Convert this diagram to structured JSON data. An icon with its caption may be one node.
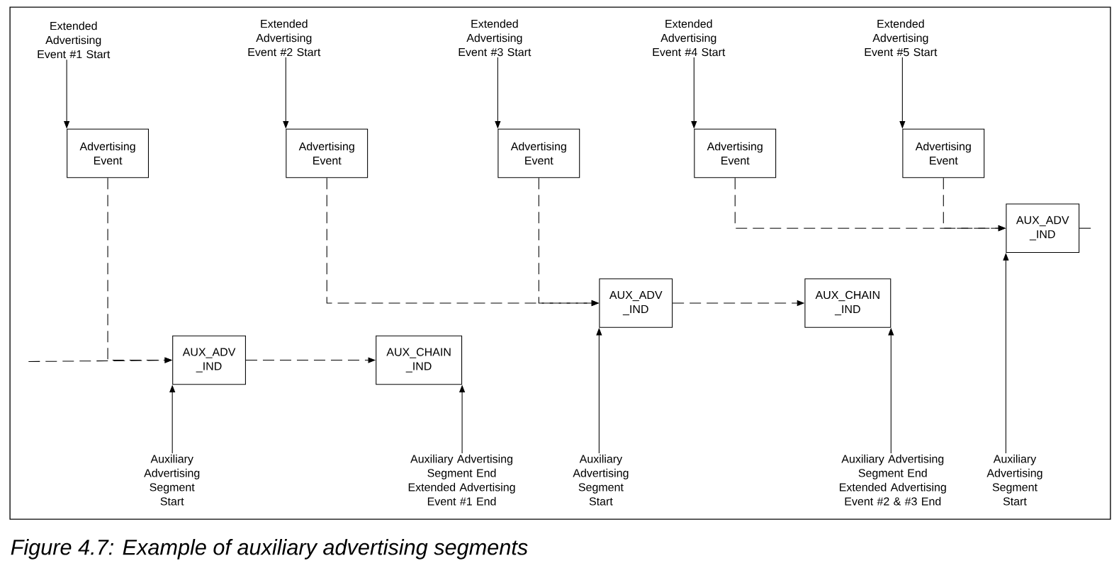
{
  "diagram": {
    "caption": "Figure 4.7:  Example of auxiliary advertising segments",
    "nodes": [
      {
        "text": [
          "Extended Advertising Event #1 Start"
        ]
      },
      {
        "text": [
          "Extended Advertising Event #2 Start"
        ]
      },
      {
        "text": [
          "Extended Advertising Event #3 Start"
        ]
      },
      {
        "text": [
          "Extended Advertising Event #4 Start"
        ]
      },
      {
        "text": [
          "Extended Advertising Event #5 Start"
        ]
      },
      {
        "text": [
          "Advertising Event"
        ]
      },
      {
        "text": [
          "Advertising Event"
        ]
      },
      {
        "text": [
          "Advertising Event"
        ]
      },
      {
        "text": [
          "Advertising Event"
        ]
      },
      {
        "text": [
          "Advertising Event"
        ]
      },
      {
        "text": [
          "AUX_ADV _IND"
        ]
      },
      {
        "text": [
          "AUX_CHAIN _IND"
        ]
      },
      {
        "text": [
          "AUX_ADV _IND"
        ]
      },
      {
        "text": [
          "AUX_CHAIN _IND"
        ]
      },
      {
        "text": [
          "AUX_ADV _IND"
        ]
      },
      {
        "text": [
          "Auxiliary Advertising Segment Start"
        ]
      },
      {
        "text": [
          "Auxiliary Advertising Segment End Extended Advertising Event #1 End"
        ]
      },
      {
        "text": [
          "Auxiliary Advertising Segment Start"
        ]
      },
      {
        "text": [
          "Auxiliary Advertising Segment End Extended Advertising Event #2 & #3 End"
        ]
      },
      {
        "text": [
          "Auxiliary Advertising Segment Start"
        ]
      }
    ],
    "edges": [
      {
        "from": 0,
        "to": 5,
        "arrow": "to"
      },
      {
        "from": 1,
        "to": 6,
        "arrow": "to"
      },
      {
        "from": 2,
        "to": 7,
        "arrow": "to"
      },
      {
        "from": 3,
        "to": 8,
        "arrow": "to"
      },
      {
        "from": 4,
        "to": 9,
        "arrow": "to"
      },
      {
        "from": 5,
        "to": 10,
        "arrow": "to",
        "style": "dashed"
      },
      {
        "from": null,
        "to": 10,
        "arrow": "to",
        "style": "dashed"
      },
      {
        "from": 10,
        "to": 11,
        "arrow": "to",
        "style": "dashed"
      },
      {
        "from": 6,
        "to": 12,
        "arrow": "to",
        "style": "dashed"
      },
      {
        "from": 7,
        "to": 12,
        "arrow": "to",
        "style": "dashed"
      },
      {
        "from": 12,
        "to": 13,
        "arrow": "to",
        "style": "dashed"
      },
      {
        "from": 8,
        "to": 14,
        "arrow": "to",
        "style": "dashed"
      },
      {
        "from": 9,
        "to": 14,
        "arrow": "to",
        "style": "dashed"
      },
      {
        "from": 14,
        "to": null,
        "arrow": "none",
        "style": "dashed"
      },
      {
        "from": 15,
        "to": 10,
        "arrow": "to"
      },
      {
        "from": 16,
        "to": 11,
        "arrow": "to"
      },
      {
        "from": 17,
        "to": 12,
        "arrow": "to"
      },
      {
        "from": 18,
        "to": 13,
        "arrow": "to"
      },
      {
        "from": 19,
        "to": 14,
        "arrow": "to"
      }
    ]
  }
}
